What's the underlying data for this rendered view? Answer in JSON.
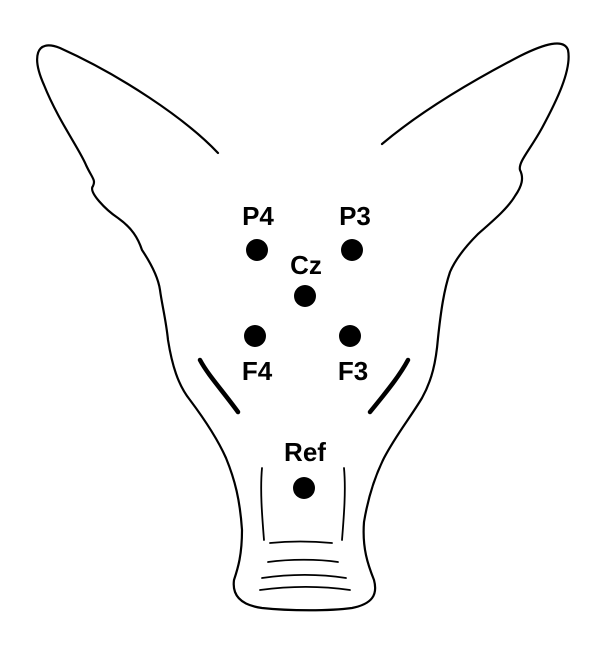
{
  "diagram": {
    "subject": "head outline with electrode placement",
    "electrodes": [
      {
        "id": "P4",
        "label": "P4"
      },
      {
        "id": "P3",
        "label": "P3"
      },
      {
        "id": "Cz",
        "label": "Cz"
      },
      {
        "id": "F4",
        "label": "F4"
      },
      {
        "id": "F3",
        "label": "F3"
      },
      {
        "id": "Ref",
        "label": "Ref"
      }
    ],
    "colors": {
      "line": "#000000",
      "background": "#ffffff",
      "electrode": "#000000"
    }
  }
}
